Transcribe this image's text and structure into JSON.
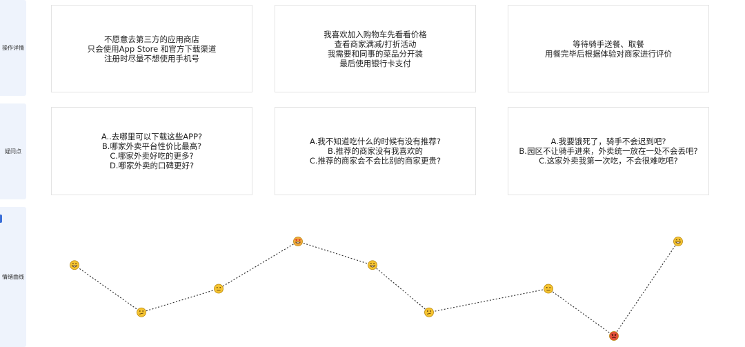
{
  "rows": {
    "operation": "操作详情",
    "questions": "疑问点",
    "emotion": "情绪曲线"
  },
  "operation_cards": [
    {
      "lines": [
        "不愿意去第三方的应用商店",
        "只会使用App Store 和官方下载渠道",
        "注册时尽量不想使用手机号"
      ]
    },
    {
      "lines": [
        "我喜欢加入购物车先看看价格",
        "查看商家满减/打折活动",
        "我需要和同事的菜品分开装",
        "最后使用银行卡支付"
      ]
    },
    {
      "lines": [
        "等待骑手送餐、取餐",
        "用餐完毕后根据体验对商家进行评价"
      ]
    }
  ],
  "question_cards": [
    {
      "lines": [
        "A..去哪里可以下载这些APP?",
        "B.哪家外卖平台性价比最高?",
        "C.哪家外卖好吃的更多?",
        "D.哪家外卖的口碑更好?"
      ]
    },
    {
      "lines": [
        "A.我不知道吃什么的时候有没有推荐?",
        "B.推荐的商家没有我喜欢的",
        "C.推荐的商家会不会比别的商家更贵?"
      ]
    },
    {
      "lines": [
        "A.我要饿死了，骑手不会迟到吧?",
        "B.园区不让骑手进来，外卖统一放在一处不会丢吧?",
        "C.这家外卖我第一次吃，不会很难吃吧?"
      ]
    }
  ],
  "chart_data": {
    "type": "line",
    "x": [
      1,
      2,
      3,
      4,
      5,
      6,
      7,
      8,
      9
    ],
    "values": [
      3,
      1,
      2,
      4,
      3,
      1,
      2,
      0,
      4
    ],
    "moods": [
      "grin",
      "confused",
      "neutral",
      "love",
      "grin",
      "confused",
      "neutral",
      "angry",
      "grin"
    ],
    "ylim": [
      0,
      4
    ],
    "grid": false,
    "colors": {
      "face": "#f5c431",
      "face_dark": "#e4523b",
      "line": "#333333"
    }
  }
}
